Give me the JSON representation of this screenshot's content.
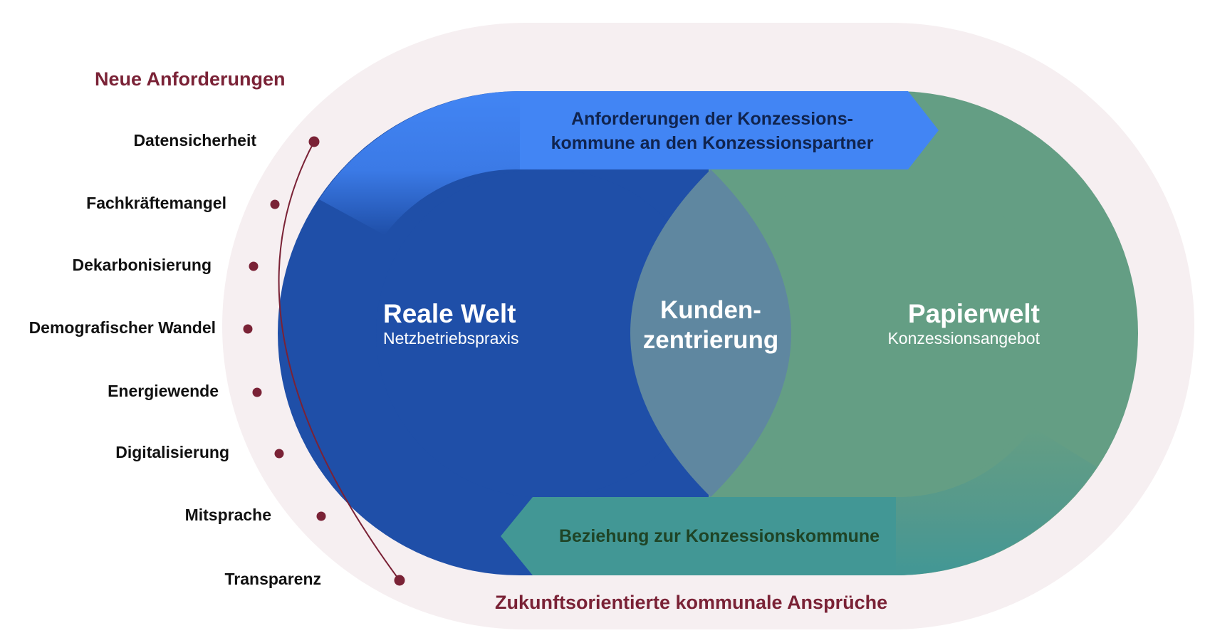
{
  "heading_left": "Neue Anforderungen",
  "heading_bottom": "Zukunftsorientierte kommunale Ansprüche",
  "requirements": [
    "Datensicherheit",
    "Fachkräftemangel",
    "Dekarbonisierung",
    "Demografischer Wandel",
    "Energiewende",
    "Digitalisierung",
    "Mitsprache",
    "Transparenz"
  ],
  "left_circle": {
    "title": "Reale Welt",
    "subtitle": "Netzbetriebspraxis"
  },
  "right_circle": {
    "title": "Papierwelt",
    "subtitle": "Konzessionsangebot"
  },
  "center": {
    "line1": "Kunden-",
    "line2": "zentrierung"
  },
  "top_arrow": {
    "line1": "Anforderungen der Konzessions-",
    "line2": "kommune an den Konzessionspartner"
  },
  "bottom_arrow": {
    "text": "Beziehung zur Konzessionskommune"
  },
  "colors": {
    "outer_ring": "#f6eff1",
    "left_blue": "#1f4fa8",
    "top_arrow_blue": "#4285f4",
    "right_green": "#649e84",
    "bottom_teal": "#429795",
    "overlap": "#5f87a0",
    "accent": "#7a2236",
    "top_arrow_text": "#10244f",
    "bottom_arrow_text": "#1f4426"
  }
}
